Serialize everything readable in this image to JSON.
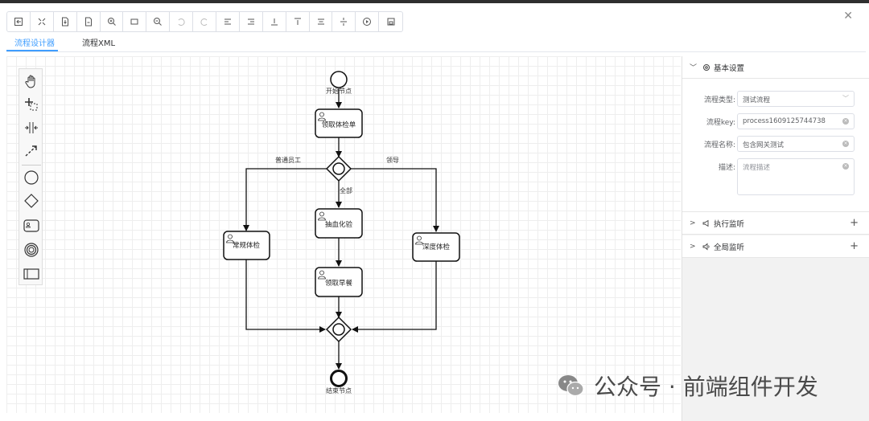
{
  "toolbar": {
    "buttons": [
      {
        "name": "open-file-icon"
      },
      {
        "name": "fit-viewport-icon"
      },
      {
        "name": "download-xml-icon"
      },
      {
        "name": "download-svg-icon"
      },
      {
        "name": "zoom-in-icon"
      },
      {
        "name": "reset-zoom-icon"
      },
      {
        "name": "zoom-out-icon"
      },
      {
        "name": "undo-icon"
      },
      {
        "name": "redo-icon"
      },
      {
        "name": "align-left-icon"
      },
      {
        "name": "align-right-icon"
      },
      {
        "name": "align-bottom-icon"
      },
      {
        "name": "align-top-icon"
      },
      {
        "name": "align-center-icon"
      },
      {
        "name": "align-middle-icon"
      },
      {
        "name": "play-simulation-icon"
      },
      {
        "name": "save-icon"
      }
    ]
  },
  "tabs": [
    {
      "label": "流程设计器",
      "active": true
    },
    {
      "label": "流程XML",
      "active": false
    }
  ],
  "palette": {
    "items": [
      "hand-tool-icon",
      "lasso-tool-icon",
      "space-tool-icon",
      "connect-tool-icon",
      "start-event-icon",
      "gateway-icon",
      "user-task-icon",
      "end-event-icon",
      "pool-icon"
    ]
  },
  "diagram": {
    "nodes": {
      "start": "开始节点",
      "task1": "领取体检单",
      "task_routine": "常规体检",
      "task_blood": "抽血化验",
      "task_deep": "深度体检",
      "task_meal": "领取早餐",
      "end": "结束节点"
    },
    "flows": {
      "employee": "普通员工",
      "all": "全部",
      "leader": "领导"
    }
  },
  "panel": {
    "basic": {
      "title": "基本设置",
      "fields": {
        "type_label": "流程类型:",
        "type_value": "测试流程",
        "key_label": "流程key:",
        "key_value": "process1609125744738",
        "name_label": "流程名称:",
        "name_value": "包含网关测试",
        "desc_label": "描述:",
        "desc_placeholder": "流程描述"
      }
    },
    "exec_listener": {
      "title": "执行监听"
    },
    "global_listener": {
      "title": "全局监听"
    }
  },
  "watermark": {
    "text": "公众号 · 前端组件开发"
  }
}
